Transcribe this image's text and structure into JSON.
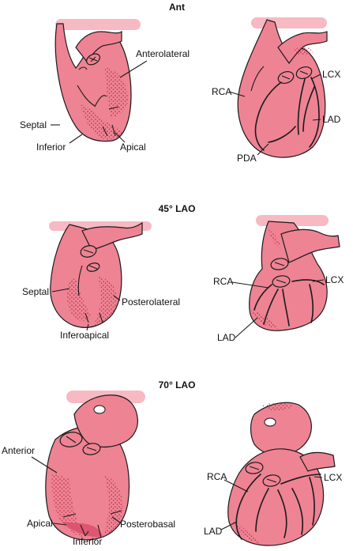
{
  "views": [
    {
      "title": "Ant",
      "segments": {
        "anterolateral": "Anterolateral",
        "septal": "Septal",
        "inferior": "Inferior",
        "apical": "Apical"
      },
      "arteries": {
        "rca": "RCA",
        "lcx": "LCX",
        "lad": "LAD",
        "pda": "PDA"
      }
    },
    {
      "title": "45° LAO",
      "segments": {
        "septal": "Septal",
        "posterolateral": "Posterolateral",
        "inferoapical": "Inferoapical"
      },
      "arteries": {
        "rca": "RCA",
        "lcx": "LCX",
        "lad": "LAD"
      }
    },
    {
      "title": "70° LAO",
      "segments": {
        "anterior": "Anterior",
        "posterobasal": "Posterobasal",
        "apical": "Apical",
        "inferior": "Inferior"
      },
      "arteries": {
        "rca": "RCA",
        "lcx": "LCX",
        "lad": "LAD"
      }
    }
  ],
  "colors": {
    "myocardium": "#ee8393",
    "perfusion_defect_stipple": "#c2334f",
    "outline": "#1a1a1a"
  }
}
